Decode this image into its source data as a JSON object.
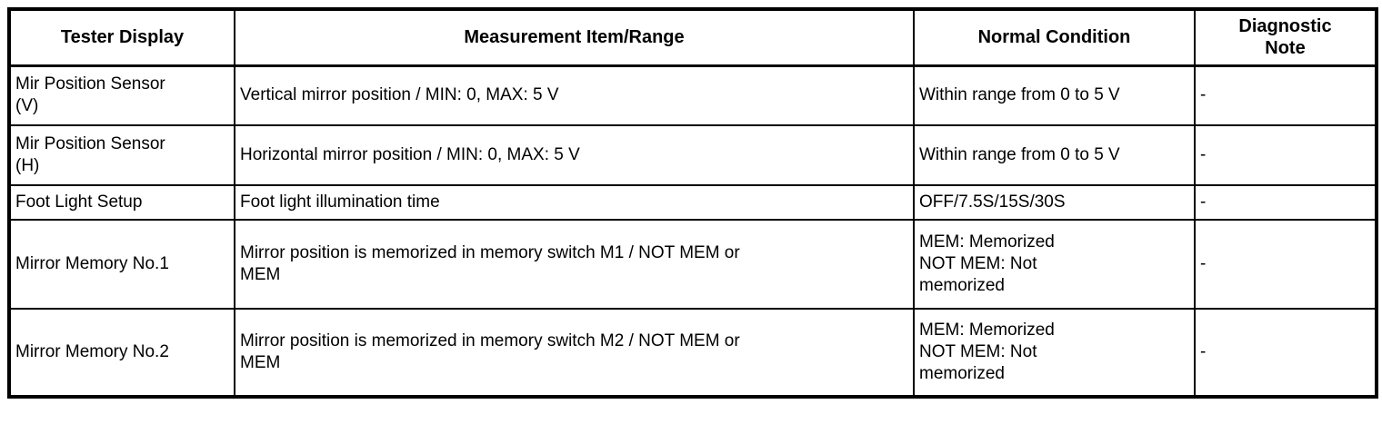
{
  "table": {
    "headers": {
      "tester_display": "Tester Display",
      "measurement": "Measurement Item/Range",
      "normal_condition": "Normal Condition",
      "diagnostic_note": "Diagnostic\nNote"
    },
    "rows": [
      {
        "tester_display": "Mir Position Sensor\n(V)",
        "measurement": "Vertical mirror position / MIN: 0, MAX: 5 V",
        "normal_condition": "Within range from 0 to 5 V",
        "diagnostic_note": "-"
      },
      {
        "tester_display": "Mir Position Sensor\n(H)",
        "measurement": "Horizontal mirror position / MIN: 0, MAX: 5 V",
        "normal_condition": "Within range from 0 to 5 V",
        "diagnostic_note": "-"
      },
      {
        "tester_display": "Foot Light Setup",
        "measurement": "Foot light illumination time",
        "normal_condition": "OFF/7.5S/15S/30S",
        "diagnostic_note": "-"
      },
      {
        "tester_display": "Mirror Memory No.1",
        "measurement": "Mirror position is memorized in memory switch M1 / NOT MEM or\nMEM",
        "normal_condition": "MEM: Memorized\nNOT MEM: Not\nmemorized",
        "diagnostic_note": "-"
      },
      {
        "tester_display": "Mirror Memory No.2",
        "measurement": "Mirror position is memorized in memory switch M2 / NOT MEM or\nMEM",
        "normal_condition": "MEM: Memorized\nNOT MEM: Not\nmemorized",
        "diagnostic_note": "-"
      }
    ],
    "colors": {
      "border": "#000000",
      "text": "#000000",
      "background": "#ffffff"
    }
  }
}
